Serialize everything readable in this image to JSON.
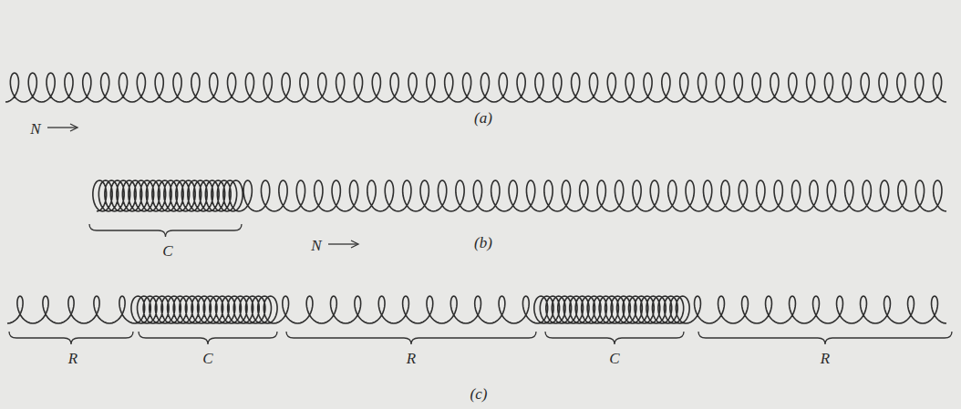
{
  "diagram": {
    "labels": [
      "N",
      "(a)",
      "C",
      "N",
      "(b)",
      "R",
      "C",
      "R",
      "C",
      "R",
      "(c)"
    ]
  }
}
